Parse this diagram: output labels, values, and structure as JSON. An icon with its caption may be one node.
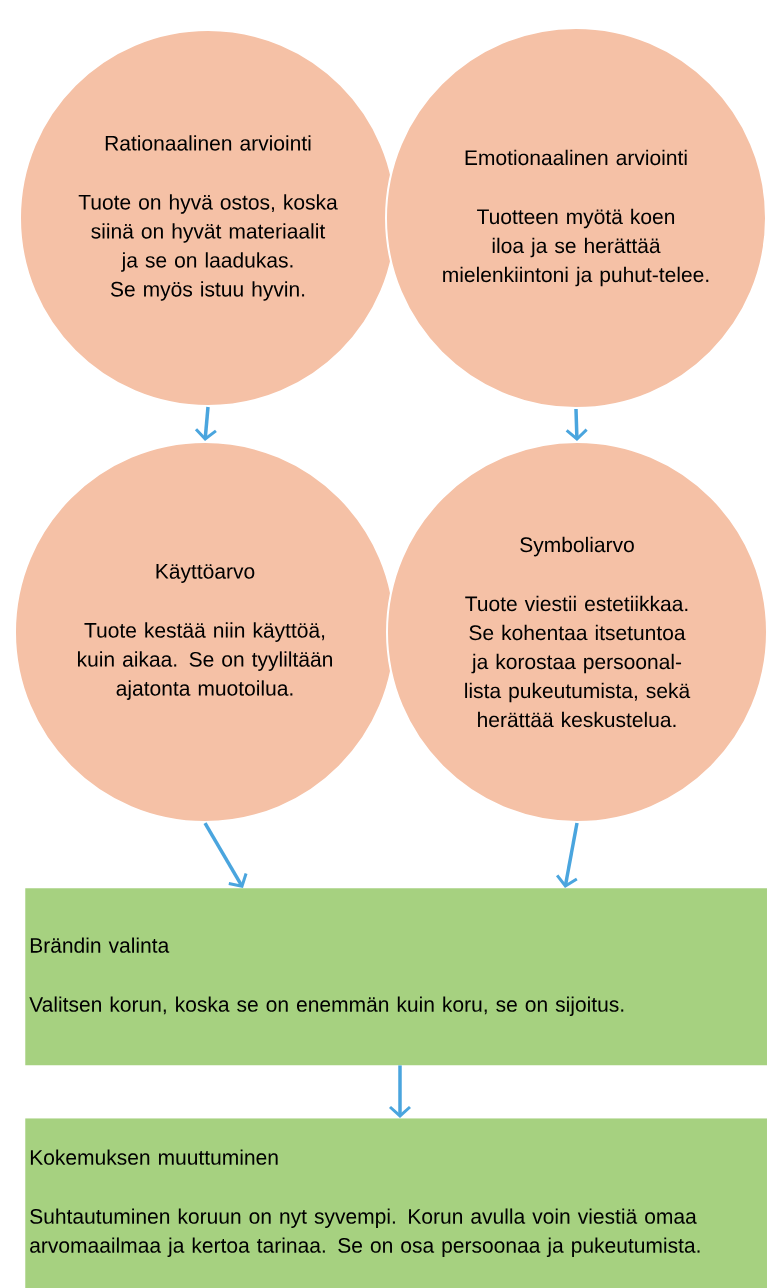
{
  "diagram": {
    "nodes": [
      {
        "text": [
          "Rationaalinen arviointi",
          "Tuote on hyvä ostos, koska siinä on hyvät materiaalit ja se on laadukas. Se myös istuu hyvin."
        ]
      },
      {
        "text": [
          "Emotionaalinen arviointi",
          "Tuotteen myötä koen iloa ja se herättää mielenkiintoni ja puhut-telee."
        ]
      },
      {
        "text": [
          "Käyttöarvo",
          "Tuote kestää niin käyttöä, kuin aikaa. Se on tyyliltään ajatonta muotoilua."
        ]
      },
      {
        "text": [
          "Symboliarvo",
          "Tuote viestii estetiikkaa. Se kohentaa itsetuntoa ja korostaa persoonal-lista pukeutumista, sekä herättää keskustelua."
        ]
      },
      {
        "text": [
          "Brändin valinta",
          "Valitsen korun, koska se on enemmän kuin koru, se on sijoitus."
        ]
      },
      {
        "text": [
          "Kokemuksen muuttuminen",
          "Suhtautuminen koruun on nyt syvempi. Korun avulla voin viestiä omaa arvomaailmaa ja kertoa tarinaa. Se on osa persoonaa ja pukeutumista."
        ]
      }
    ],
    "edges": [
      {
        "from": 0,
        "to": 2,
        "arrow": "to"
      },
      {
        "from": 1,
        "to": 3,
        "arrow": "to"
      },
      {
        "from": 2,
        "to": 4,
        "arrow": "to"
      },
      {
        "from": 3,
        "to": 4,
        "arrow": "to"
      },
      {
        "from": 4,
        "to": 5,
        "arrow": "to"
      }
    ]
  }
}
